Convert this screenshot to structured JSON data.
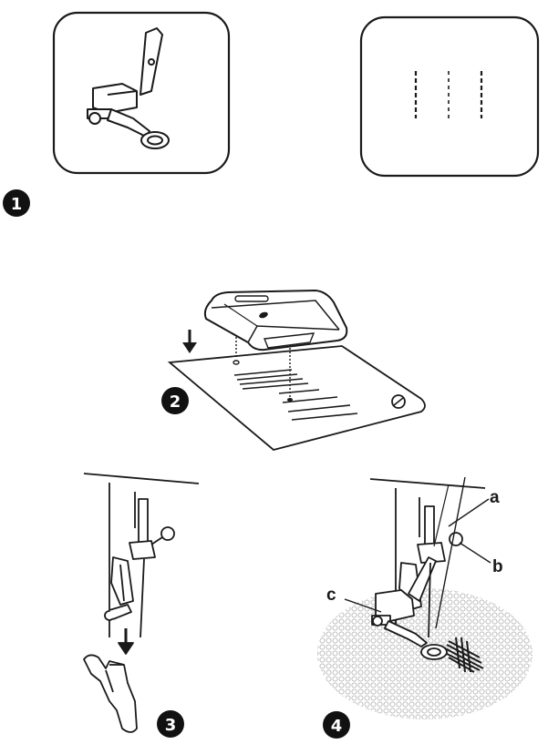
{
  "steps": [
    "1",
    "2",
    "3",
    "4"
  ],
  "callouts": {
    "a": "a",
    "b": "b",
    "c": "c"
  },
  "icons": {
    "panel_left": "darning-foot-icon",
    "panel_right": "straight-stitch-lines-icon",
    "step2": "feed-cover-plate-icon",
    "step3": "needle-bar-foot-attach-icon",
    "step4": "darning-foot-installed-icon"
  },
  "colors": {
    "ink": "#1a1a1a",
    "badge": "#111111",
    "fabric": "#bdbdbd"
  }
}
